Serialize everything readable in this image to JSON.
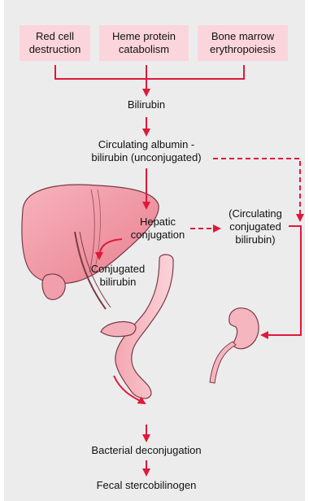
{
  "sources": [
    {
      "line1": "Red cell",
      "line2": "destruction"
    },
    {
      "line1": "Heme protein",
      "line2": "catabolism"
    },
    {
      "line1": "Bone marrow",
      "line2": "erythropoiesis"
    }
  ],
  "nodes": {
    "bilirubin": "Bilirubin",
    "albumin_line1": "Circulating albumin -",
    "albumin_line2": "bilirubin (unconjugated)",
    "hepatic_line1": "Hepatic",
    "hepatic_line2": "conjugation",
    "circulating_conj_line1": "(Circulating",
    "circulating_conj_line2": "conjugated",
    "circulating_conj_line3": "bilirubin)",
    "conjugated_line1": "Conjugated",
    "conjugated_line2": "bilirubin",
    "bacterial": "Bacterial deconjugation",
    "fecal": "Fecal stercobilinogen"
  },
  "colors": {
    "background": "#ececed",
    "box_fill": "#fbd5dc",
    "arrow": "#e0183a",
    "organ_fill": "#f2a0ac",
    "organ_stroke": "#7a3a44"
  }
}
